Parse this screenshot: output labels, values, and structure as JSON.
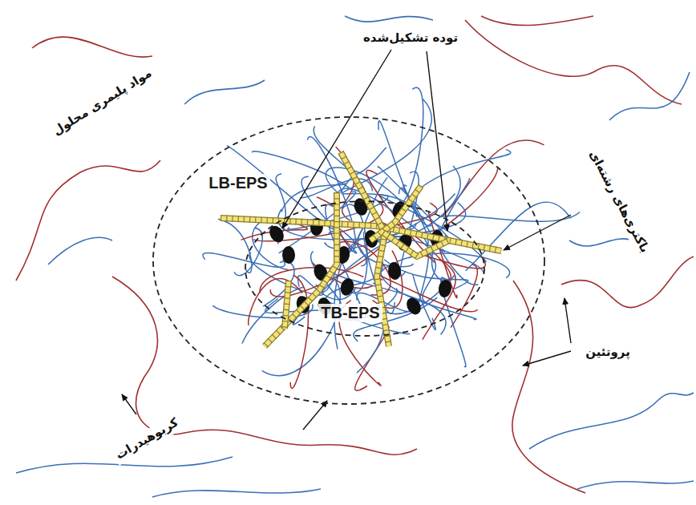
{
  "diagram": {
    "nodes": [
      {
        "text": [
          "LB-EPS"
        ]
      },
      {
        "text": [
          "TB-EPS"
        ],
        "in": 0
      }
    ],
    "labels": [
      "مواد پلیمری محلول",
      "توده تشکیل‌شده",
      "باکتری‌های رشته‌ای",
      "پروتئین",
      "کربوهیدرات"
    ]
  }
}
